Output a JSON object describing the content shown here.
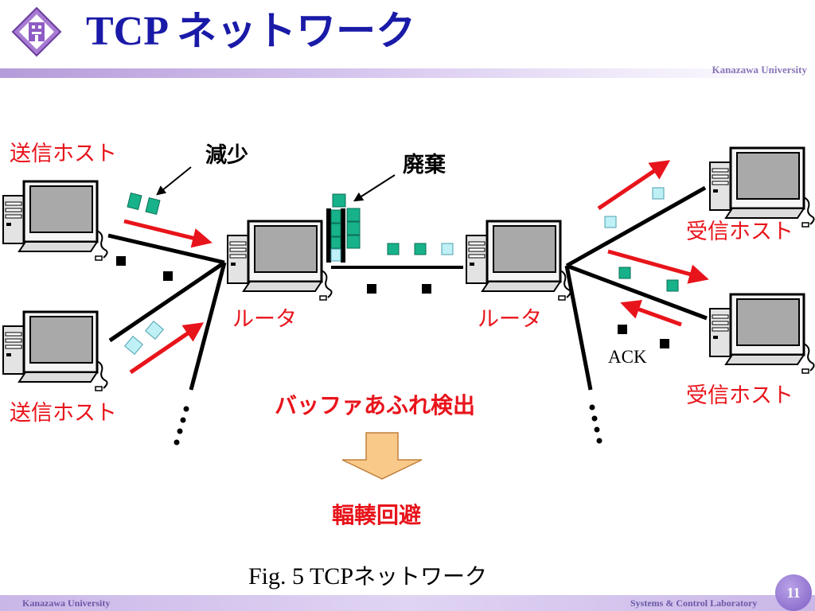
{
  "slide": {
    "title_latin": "TCP",
    "title_jp": "ネットワーク",
    "header_org": "Kanazawa University",
    "footer_left": "Kanazawa University",
    "footer_right": "Systems & Control Laboratory",
    "page_number": "11",
    "logo_icon": "university-crest-icon"
  },
  "diagram": {
    "sender_label": "送信ホスト",
    "receiver_label": "受信ホスト",
    "router_label": "ルータ",
    "decrease_label": "減少",
    "discard_label": "廃棄",
    "ack_label": "ACK",
    "buffer_overflow_label": "バッファあふれ検出",
    "congestion_avoidance_label": "輻輳回避",
    "colors": {
      "accent_red": "#e8141b",
      "packet_green": "#17b28a",
      "packet_light": "#bff0f5",
      "title_blue": "#1a1aa8"
    }
  },
  "caption": {
    "prefix": "Fig. 5  TCP",
    "suffix": "ネットワーク"
  }
}
